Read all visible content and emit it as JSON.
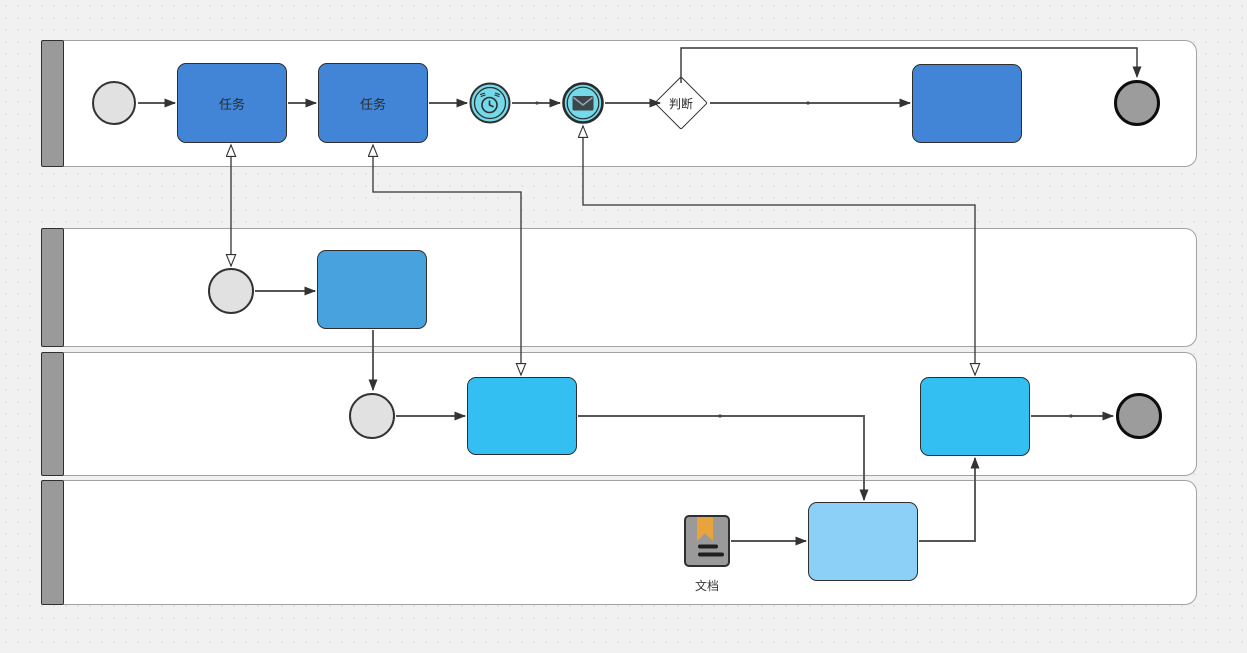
{
  "nodes": {
    "task1": {
      "label": "任务"
    },
    "task2": {
      "label": "任务"
    },
    "gateway1": {
      "label": "判断"
    },
    "document1": {
      "label": "文档"
    }
  },
  "icons": {
    "timer_event": "clock-icon",
    "message_event": "envelope-icon",
    "document_shape": "document-icon"
  },
  "colors": {
    "background": "#f1f1f2",
    "lane_body": "#ffffff",
    "lane_border": "#a2a2a2",
    "lane_header": "#9a9a9a",
    "task_blue": "#4285d6",
    "task_blue_light": "#47a2de",
    "task_cyan": "#33bff2",
    "task_sky": "#8cd0f8",
    "event_gray": "#e1e1e1",
    "end_event_gray": "#9c9c9c",
    "event_cyan": "#74d9e8",
    "doc_gray": "#9a9a9a",
    "doc_bookmark": "#e8a33c",
    "line": "#555555",
    "text": "#2b2b2b"
  }
}
